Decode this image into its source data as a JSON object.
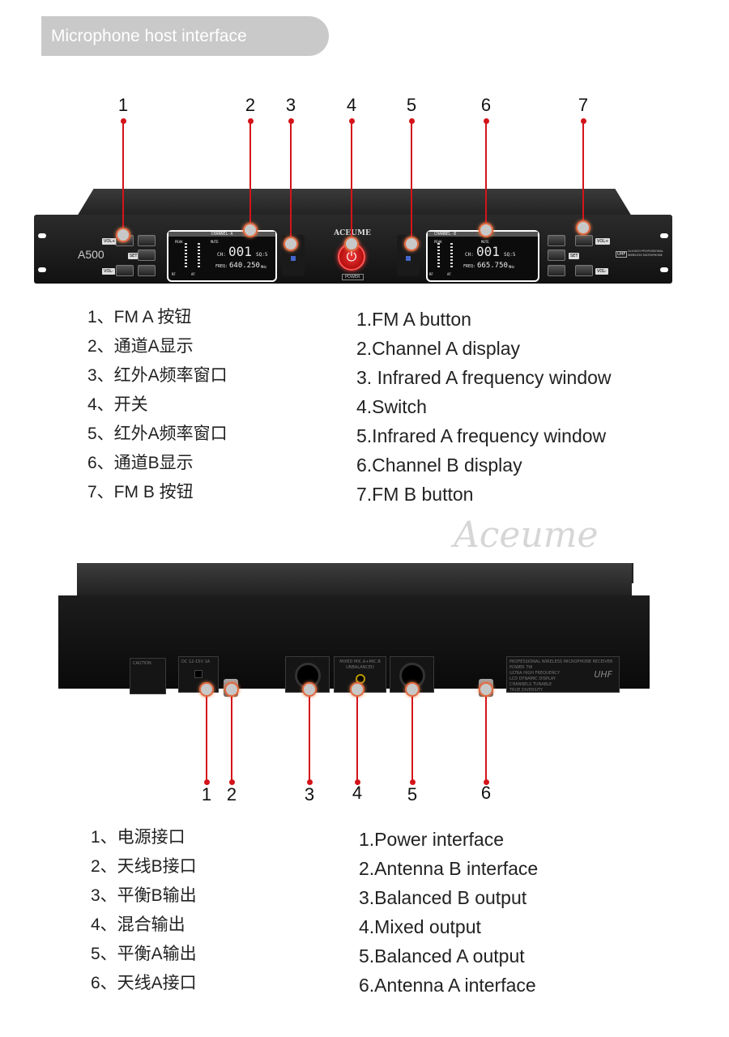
{
  "header": {
    "title": "Microphone host interface"
  },
  "watermark": "Aceume",
  "front": {
    "callouts": [
      "1",
      "2",
      "3",
      "4",
      "5",
      "6",
      "7"
    ],
    "model": "A500",
    "brand": "ACEUME",
    "power_label": "POWER",
    "buttons": {
      "vol_up": "VOL+",
      "set": "SET",
      "vol_down": "VOL-"
    },
    "uhf_badge": "UHF",
    "uhf_text": "2x100CH PROFESSIONAL WIRELESS MICROPHONE",
    "channel_a": {
      "title": "CHANNEL-A",
      "ch_label": "CH:",
      "ch": "001",
      "sq": "SQ:5",
      "freq_label": "FREQ:",
      "freq": "640.250",
      "unit": "MHz",
      "peak": "PEAK",
      "rf": "RF",
      "af": "AF",
      "mute": "MUTE"
    },
    "channel_b": {
      "title": "CHANNEL-B",
      "ch_label": "CH:",
      "ch": "001",
      "sq": "SQ:5",
      "freq_label": "FREQ:",
      "freq": "665.750",
      "unit": "MHz",
      "peak": "PEAK",
      "rf": "RF",
      "af": "AF",
      "mute": "MUTE"
    },
    "list_cn": [
      "1、FM A 按钮",
      "2、通道A显示",
      "3、红外A频率窗口",
      "4、开关",
      "5、红外A频率窗口",
      "6、通道B显示",
      "7、FM B  按钮"
    ],
    "list_en": [
      "1.FM A button",
      "2.Channel A display",
      "3. Infrared A frequency window",
      "4.Switch",
      "5.Infrared A frequency window",
      "6.Channel B display",
      "7.FM B button"
    ]
  },
  "rear": {
    "callouts": [
      "1",
      "2",
      "3",
      "4",
      "5",
      "6"
    ],
    "caution": "CAUTION",
    "dc": "DC 12-15V 1A",
    "mixed": "MIXED MIC.A+MIC.B",
    "unbalanced": "UNBALANCED",
    "spec_title": "PROFESSIONAL WIRELESS MICROPHONE RECEIVER",
    "power": "POWER 7W",
    "features": [
      "ULTRA HIGH FREQUENCY",
      "LCD DYNAMIC DISPLAY",
      "CHANNELS TUNABLE",
      "TRUE DIVERSITY"
    ],
    "uhf": "UHF",
    "list_cn": [
      "1、电源接口",
      "2、天线B接口",
      "3、平衡B输出",
      "4、混合输出",
      "5、平衡A输出",
      "6、天线A接口"
    ],
    "list_en": [
      "1.Power interface",
      "2.Antenna B interface",
      "3.Balanced B output",
      "4.Mixed output",
      "5.Balanced A output",
      "6.Antenna A interface"
    ]
  }
}
